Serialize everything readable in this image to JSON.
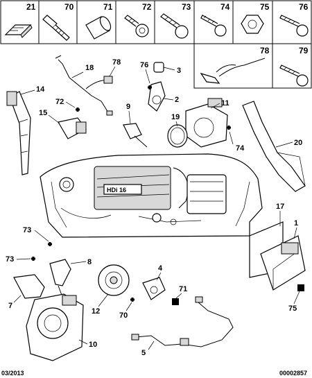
{
  "header_row": {
    "parts": [
      {
        "label": "21"
      },
      {
        "label": "70"
      },
      {
        "label": "71"
      },
      {
        "label": "72"
      },
      {
        "label": "73"
      },
      {
        "label": "74"
      },
      {
        "label": "75"
      },
      {
        "label": "76"
      }
    ]
  },
  "second_row": {
    "parts": [
      {
        "label": "78"
      },
      {
        "label": "79"
      }
    ]
  },
  "callouts": {
    "c18": "18",
    "c78": "78",
    "c76": "76",
    "c3": "3",
    "c14": "14",
    "c72": "72",
    "c2": "2",
    "c9": "9",
    "c15": "15",
    "c11": "11",
    "c19": "19",
    "c74": "74",
    "c20": "20",
    "c17": "17",
    "c1": "1",
    "c73a": "73",
    "c73b": "73",
    "c8": "8",
    "c7": "7",
    "c4": "4",
    "c71": "71",
    "c12": "12",
    "c70": "70",
    "c10": "10",
    "c5": "5",
    "c75": "75"
  },
  "engine_badge": "HDi 16",
  "footer": {
    "date": "03/2013",
    "code": "00002857"
  }
}
